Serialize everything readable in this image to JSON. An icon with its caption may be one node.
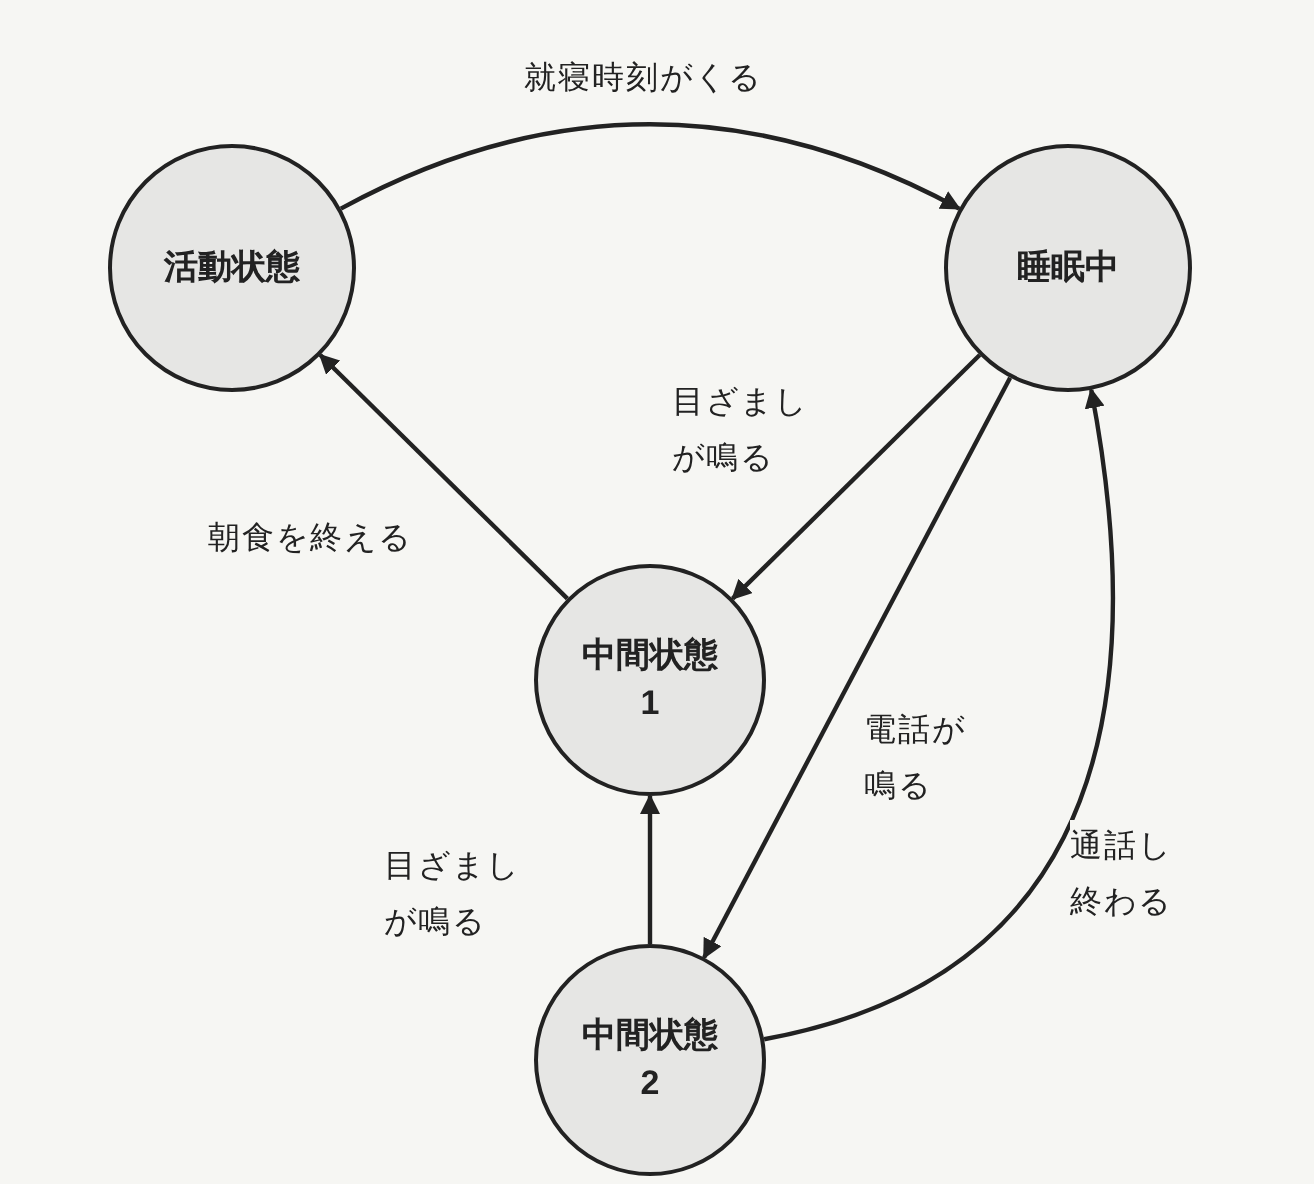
{
  "diagram": {
    "nodes": [
      {
        "text": [
          "活動状態"
        ]
      },
      {
        "text": [
          "睡眠中"
        ]
      },
      {
        "text": [
          "中間状態",
          "1"
        ]
      },
      {
        "text": [
          "中間状態",
          "2"
        ]
      }
    ],
    "edges": [
      {
        "from": 0,
        "to": 1,
        "arrow": "to",
        "label": "就寝時刻がくる"
      },
      {
        "from": 1,
        "to": 2,
        "arrow": "to",
        "label": "目ざましが鳴る"
      },
      {
        "from": 2,
        "to": 0,
        "arrow": "to",
        "label": "朝食を終える"
      },
      {
        "from": 1,
        "to": 3,
        "arrow": "to",
        "label": "電話が鳴る"
      },
      {
        "from": 3,
        "to": 2,
        "arrow": "to",
        "label": "目ざましが鳴る"
      },
      {
        "from": 3,
        "to": 1,
        "arrow": "to",
        "label": "通話し終わる"
      }
    ]
  }
}
